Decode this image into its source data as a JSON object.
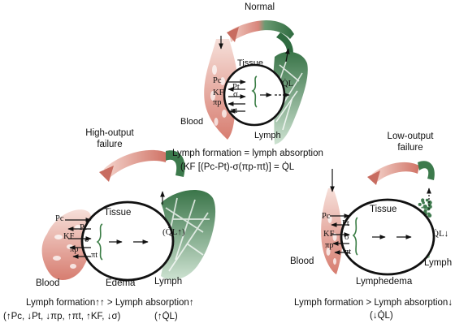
{
  "colors": {
    "blood": "#d9867a",
    "blood_light": "#f3d6cf",
    "lymph": "#3f7a4e",
    "lymph_light": "#cfe3d3",
    "ink": "#111111"
  },
  "panels": {
    "normal": {
      "title": "Normal",
      "tissue": "Tissue",
      "blood": "Blood",
      "lymph": "Lymph",
      "q": "Q̇L",
      "forces": [
        "Pc",
        "KF",
        "πp",
        "Pt",
        "σ",
        "πt"
      ],
      "caption_1": "Lymph formation = lymph absorption",
      "caption_2": "(KF [(Pc-Pt)-σ(πp-πt)] = Q̇L"
    },
    "high": {
      "title": "High-output failure",
      "tissue": "Tissue",
      "blood": "Blood",
      "edema": "Edema",
      "lymph": "Lymph",
      "q": "(Q̇L↑)",
      "forces": [
        "Pc",
        "Pt",
        "KF",
        "σ",
        "πp",
        "πt"
      ],
      "caption_1": "Lymph formation↑↑ > Lymph absorption↑",
      "caption_2": "(↑Pc, ↓Pt, ↓πp, ↑πt, ↑KF, ↓σ)",
      "caption_3": "(↑Q̇L)"
    },
    "low": {
      "title": "Low-output failure",
      "tissue": "Tissue",
      "blood": "Blood",
      "lymphedema": "Lymphedema",
      "lymph": "Lymph",
      "q": "Q̇L↓",
      "forces": [
        "Pc",
        "Pt",
        "KF",
        "σ",
        "πp",
        "πt"
      ],
      "caption_1": "Lymph formation > Lymph absorption↓",
      "caption_2": "(↓Q̇L)"
    }
  }
}
